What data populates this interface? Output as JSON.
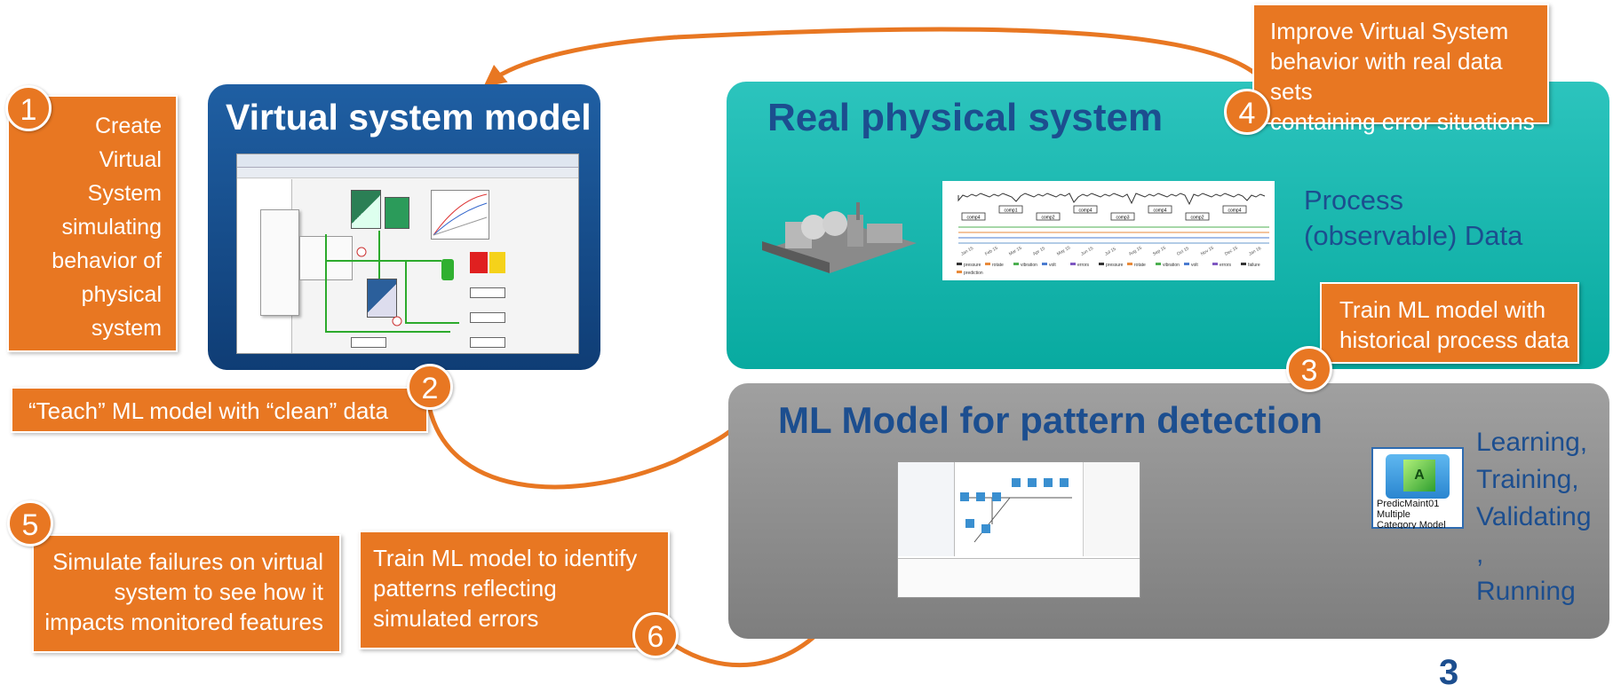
{
  "panels": {
    "virtual": {
      "title": "Virtual system model"
    },
    "real": {
      "title": "Real physical system",
      "side_label": "Process (observable) Data"
    },
    "ml": {
      "title": "ML Model for pattern detection",
      "side_label_lines": [
        "Learning,",
        "Training,",
        "Validating",
        ",",
        "Running"
      ]
    }
  },
  "steps": {
    "s1": {
      "number": "1",
      "text_lines": [
        "Create",
        "Virtual",
        "System",
        "simulating",
        "behavior of",
        "physical",
        "system"
      ]
    },
    "s2": {
      "number": "2",
      "text": "“Teach” ML model with “clean” data"
    },
    "s3": {
      "number": "3",
      "text_lines": [
        "Train ML model with",
        "historical process data"
      ]
    },
    "s4": {
      "number": "4",
      "text_lines": [
        "Improve Virtual System",
        "behavior with real data sets",
        "containing error situations"
      ]
    },
    "s5": {
      "number": "5",
      "text_lines": [
        "Simulate failures on virtual",
        "system to see how it",
        "impacts monitored features"
      ]
    },
    "s6": {
      "number": "6",
      "text_lines": [
        "Train ML model to identify",
        "patterns reflecting",
        "simulated errors"
      ]
    }
  },
  "node_icon": {
    "label_lines": [
      "PredicMaint01",
      "Multiple",
      "Category Model"
    ],
    "glyph": "A"
  },
  "chart_thumb": {
    "boxes": [
      "comp4",
      "comp1",
      "comp2",
      "comp4",
      "comp3",
      "comp4",
      "comp2",
      "comp4"
    ],
    "x_ticks": [
      "Jan 15",
      "Feb 15",
      "Mar 15",
      "Apr 15",
      "May 15",
      "Jun 15",
      "Jul 15",
      "Aug 15",
      "Sep 15",
      "Oct 15",
      "Nov 15",
      "Dec 15",
      "Jan 16"
    ],
    "legend": [
      "pressure",
      "rotate",
      "vibration",
      "volt",
      "errors",
      "pressure",
      "rotate",
      "vibration",
      "volt",
      "errors",
      "failure",
      "prediction"
    ]
  },
  "page_number": "3",
  "colors": {
    "orange": "#e87722",
    "blue_panel": "#1a4d86",
    "teal_panel": "#0fb0a8",
    "gray_panel": "#8c8c8c",
    "title_blue": "#1c4e8f"
  }
}
